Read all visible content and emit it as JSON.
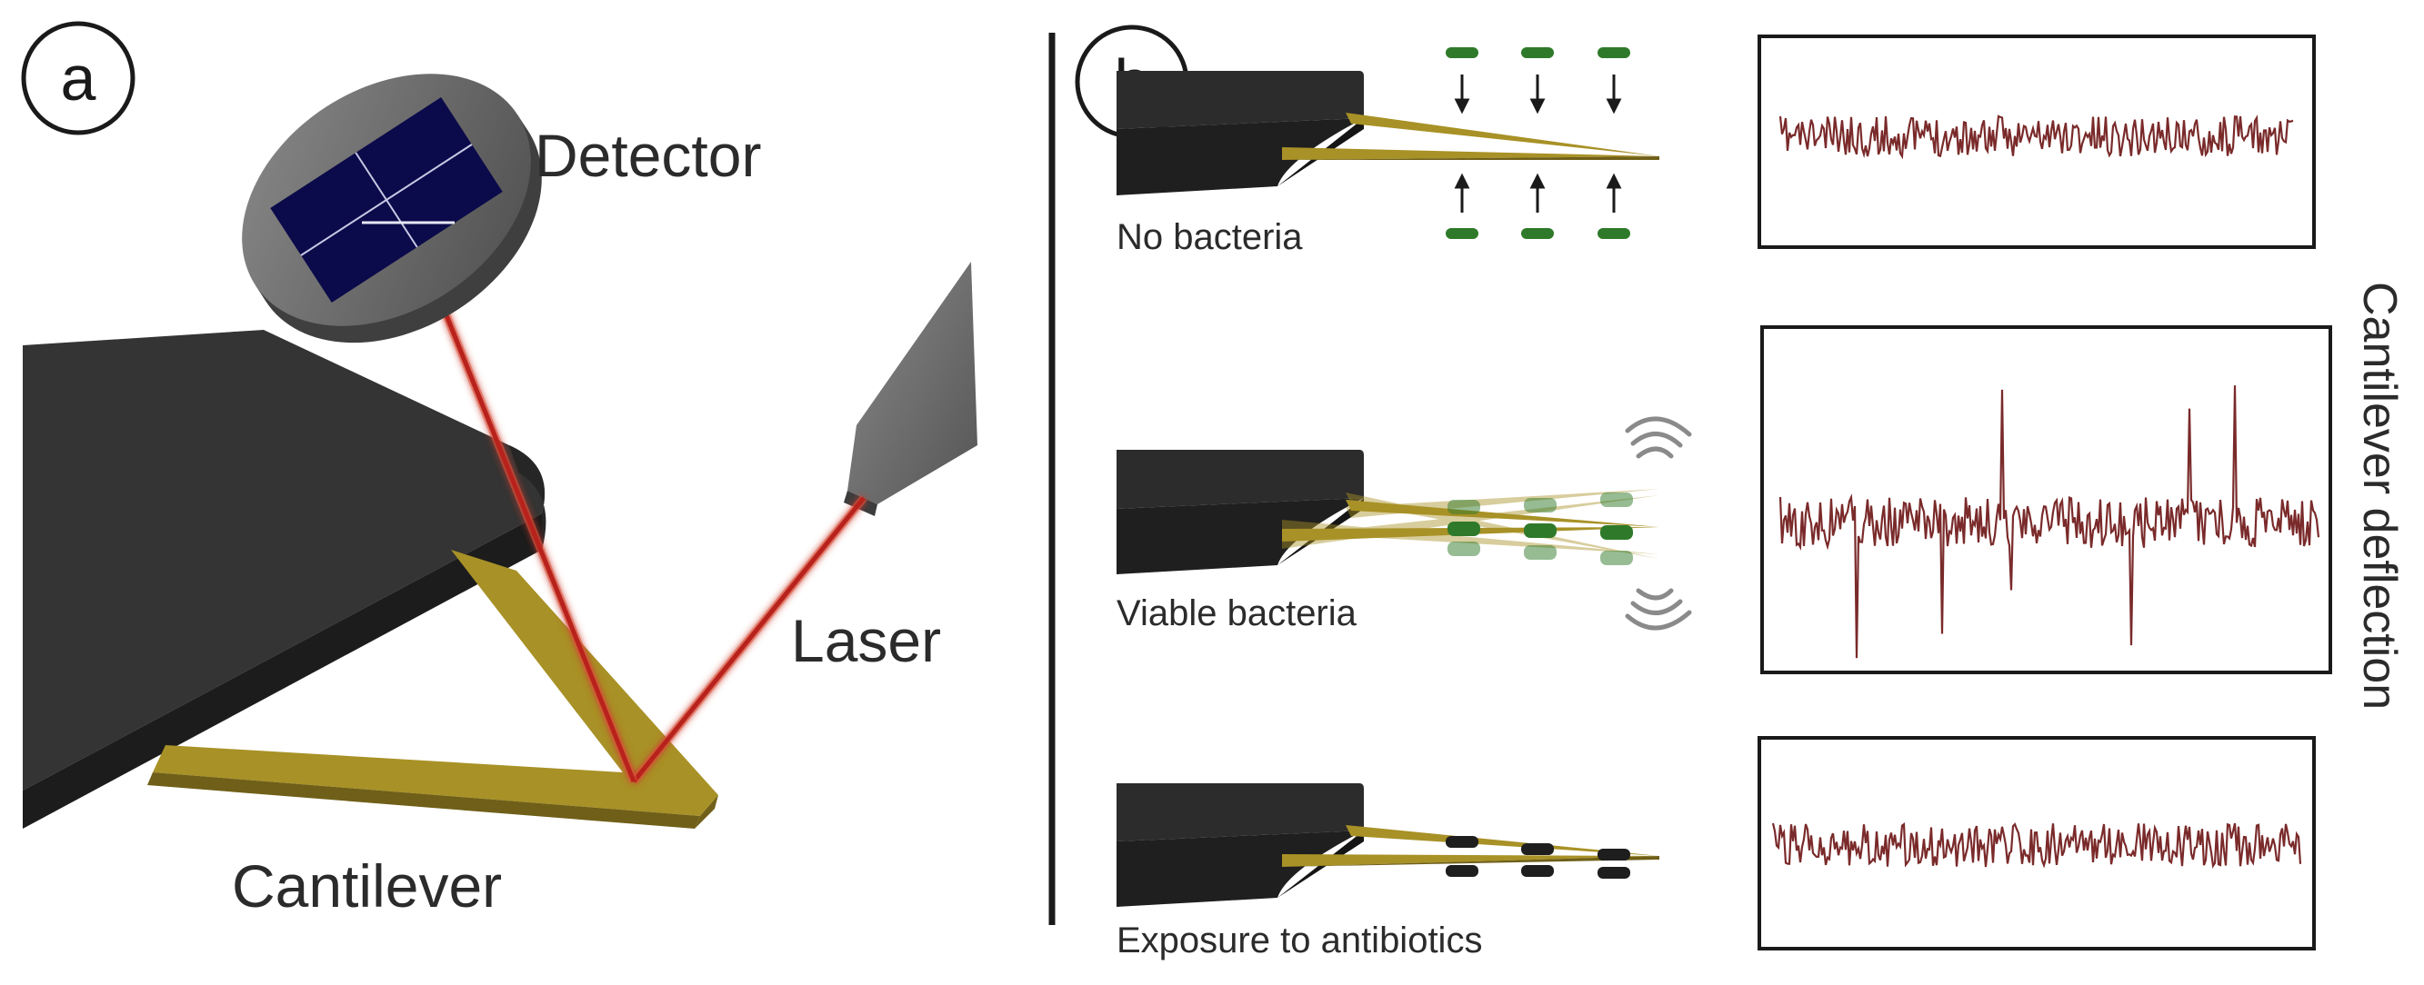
{
  "panel_a": {
    "letter": "a",
    "labels": {
      "detector": "Detector",
      "laser": "Laser",
      "cantilever": "Cantilever"
    }
  },
  "panel_b": {
    "letter": "b",
    "conditions": [
      {
        "label": "No bacteria",
        "signal": "low amplitude"
      },
      {
        "label": "Viable bacteria",
        "signal": "high amplitude"
      },
      {
        "label": "Exposure to antibiotics",
        "signal": "low amplitude"
      }
    ],
    "axis_title": "Cantilever deflection"
  },
  "colors": {
    "chip": "#2e2e2e",
    "chip_side": "#1c1c1c",
    "cantilever": "#a89126",
    "laser": "#c0281e",
    "detector_face": "#0b0a4a",
    "detector_body": "#6e6e6e",
    "trace": "#7a2a2a",
    "bacteria": "#2f7a2a",
    "dead_bacteria": "#1e1e1e"
  }
}
